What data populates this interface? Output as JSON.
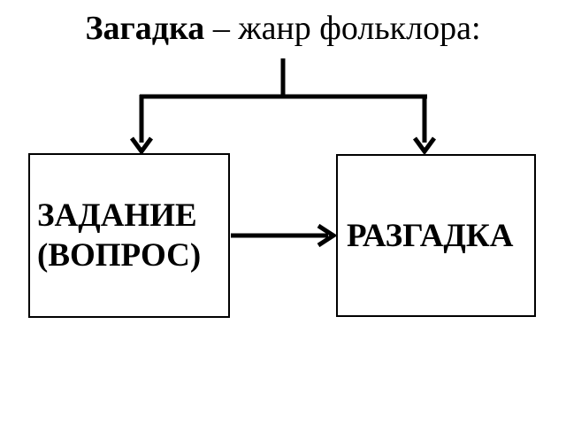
{
  "title": {
    "bold": "Загадка",
    "rest": " – жанр фольклора:"
  },
  "boxes": {
    "task": {
      "line1": "ЗАДАНИЕ",
      "line2": "(ВОПРОС)"
    },
    "answer": {
      "label": "РАЗГАДКА"
    }
  },
  "diagram": {
    "type": "flowchart",
    "edges": [
      {
        "from": "title",
        "to": "task-box",
        "style": "elbow-connector-arrow"
      },
      {
        "from": "title",
        "to": "answer-box",
        "style": "elbow-connector-arrow"
      },
      {
        "from": "task-box",
        "to": "answer-box",
        "style": "straight-arrow"
      }
    ]
  },
  "colors": {
    "ink": "#000000",
    "background": "#ffffff"
  }
}
